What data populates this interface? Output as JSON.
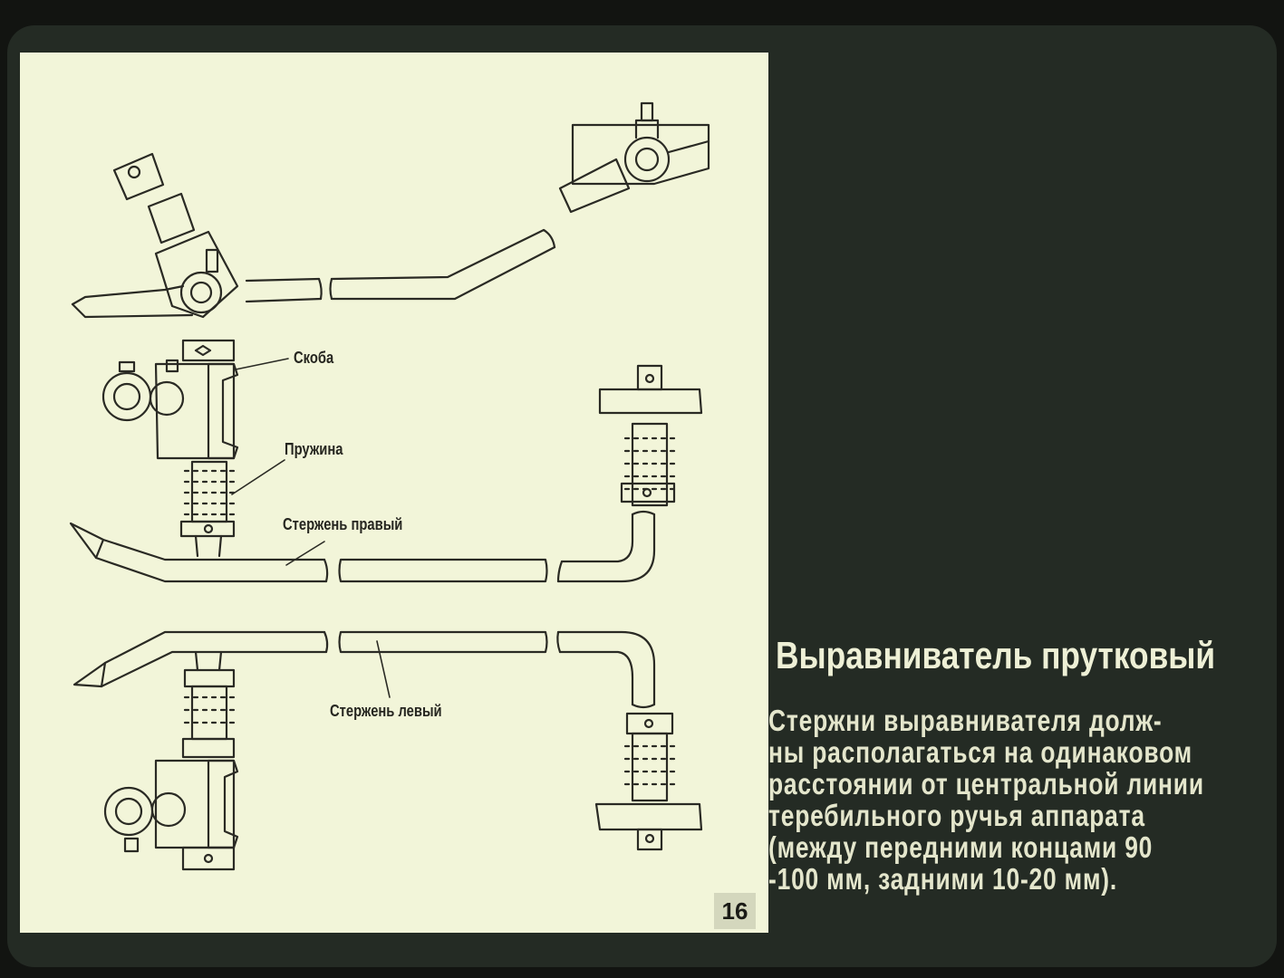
{
  "diagram": {
    "labels": {
      "bracket": "Скоба",
      "spring": "Пружина",
      "right_rod": "Стержень правый",
      "left_rod": "Стержень левый"
    },
    "page_number": "16"
  },
  "caption": {
    "title": "Выравниватель прутковый",
    "lines": [
      "Стержни выравнивателя долж-",
      "ны располагаться на одинаковом",
      "расстоянии от центральной линии",
      "теребильного ручья аппарата",
      "(между передними концами 90",
      "-100 мм, задними 10-20 мм)."
    ]
  },
  "colors": {
    "background": "#242b24",
    "panel": "#f2f5d9",
    "ink": "#2a2a24",
    "caption_text": "#eef0d6"
  }
}
